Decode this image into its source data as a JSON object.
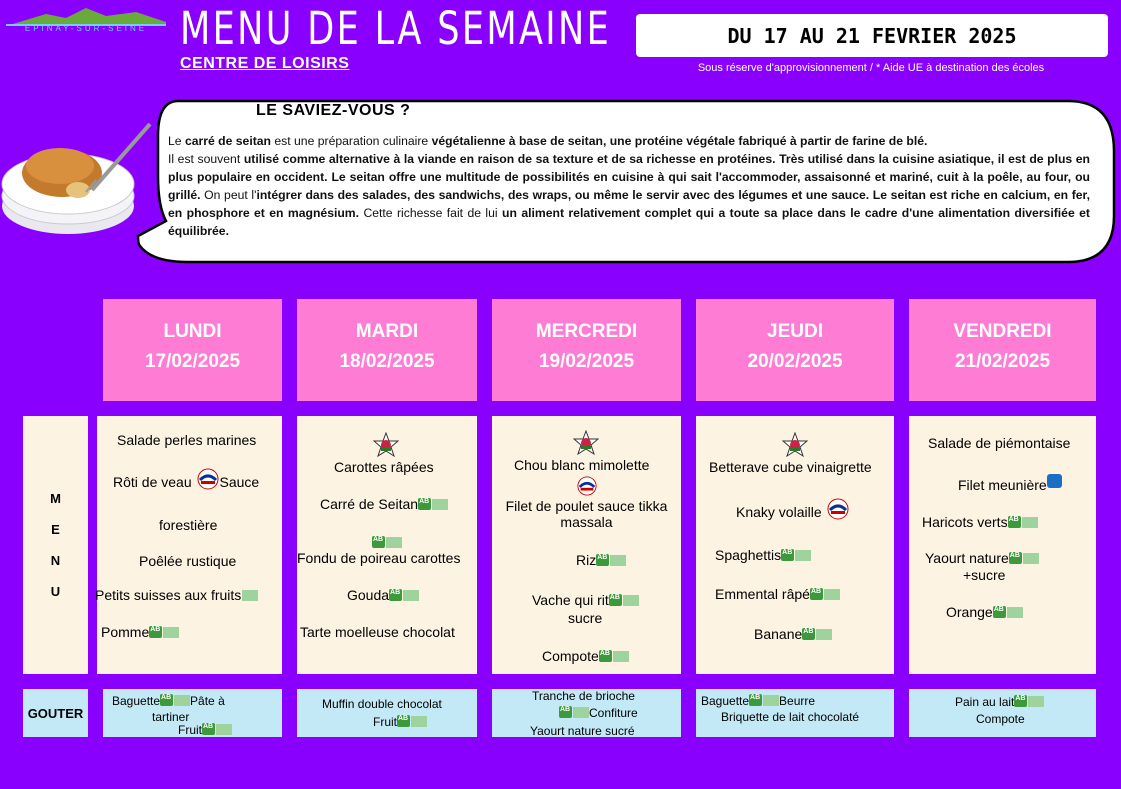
{
  "header": {
    "town": "ÉPINAY-SUR-SEINE",
    "title": "MENU DE LA SEMAINE",
    "subtitle": "CENTRE DE LOISIRS",
    "date_range": "DU 17 AU 21 FEVRIER 2025",
    "note": "Sous réserve d'approvisionnement / * Aide UE à destination des écoles"
  },
  "info": {
    "heading": "LE SAVIEZ-VOUS ?",
    "p1": [
      "Le ",
      "carré de seitan",
      " est une préparation culinaire ",
      "végétalienne à base de seitan, une protéine végétale fabriqué à partir de farine de blé."
    ],
    "p2": [
      "Il est souvent ",
      "utilisé comme alternative à la viande en raison de sa texture et de sa richesse en protéines. Très utilisé dans la cuisine asiatique, il est de plus en plus populaire en occident. Le seitan offre une multitude de possibilités en cuisine à qui sait l'accommoder, assaisonné et mariné, cuit à la poêle, au four, ou grillé.",
      " On peut l'",
      "intégrer dans des salades, des sandwichs, des wraps, ou même le servir avec des légumes et une sauce. Le seitan est riche en calcium, en fer, en phosphore et en magnésium.",
      " Cette richesse fait de lui ",
      "un aliment relativement complet qui a toute sa place dans le cadre d'une alimentation diversifiée et équilibrée."
    ]
  },
  "side": {
    "menu_letters": [
      "M",
      "E",
      "N",
      "U"
    ],
    "gouter": "GOUTER"
  },
  "days": [
    {
      "name": "LUNDI",
      "date": "17/02/2025",
      "items": [
        "Salade perles marines",
        "Rôti de veau",
        "Sauce",
        "forestière",
        "Poêlée rustique",
        "Petits suisses aux fruits",
        "Pomme"
      ],
      "gouter": [
        "Baguette",
        "Pâte à",
        "tartiner",
        "Fruit"
      ]
    },
    {
      "name": "MARDI",
      "date": "18/02/2025",
      "items": [
        "Carottes râpées",
        "Carré de Seitan",
        "Fondu de poireau carottes",
        "Gouda",
        "Tarte moelleuse chocolat"
      ],
      "gouter": [
        "Muffin double chocolat",
        "Fruit"
      ]
    },
    {
      "name": "MERCREDI",
      "date": "19/02/2025",
      "items": [
        "Chou blanc mimolette",
        "Filet de poulet sauce tikka massala",
        "Riz",
        "Vache qui rit",
        "sucre",
        "Compote"
      ],
      "gouter": [
        "Tranche de brioche",
        "Confiture",
        "Yaourt nature sucré"
      ]
    },
    {
      "name": "JEUDI",
      "date": "20/02/2025",
      "items": [
        "Betterave cube vinaigrette",
        "Knaky volaille",
        "Spaghettis",
        "Emmental râpé",
        "Banane"
      ],
      "gouter": [
        "Baguette",
        "Beurre",
        "Briquette de lait chocolaté"
      ]
    },
    {
      "name": "VENDREDI",
      "date": "21/02/2025",
      "items": [
        "Salade de piémontaise",
        "Filet meunière",
        "Haricots verts",
        "Yaourt nature",
        "+sucre",
        "Orange"
      ],
      "gouter": [
        "Pain au lait",
        "Compote"
      ]
    }
  ],
  "colors": {
    "background": "#8a00ff",
    "day_header": "#ff7cd4",
    "menu_bg": "#fdf3e3",
    "gouter_bg": "#c3e8f6"
  },
  "icons": [
    "organic-label-icon",
    "eu-aid-icon",
    "fait-maison-star-icon",
    "label-rouge-icon",
    "msc-label-icon"
  ]
}
